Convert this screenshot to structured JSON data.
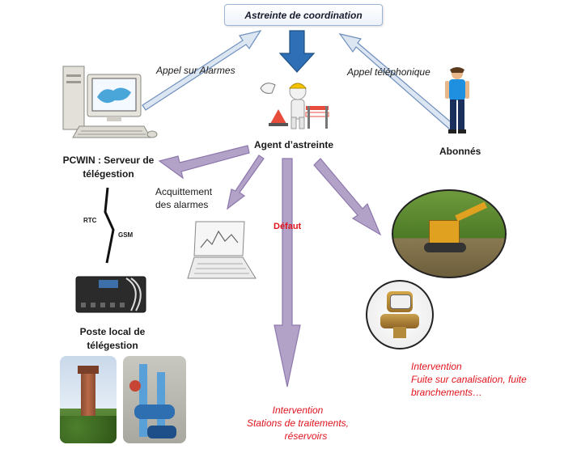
{
  "title": "Astreinte de coordination",
  "nodes": {
    "server": "PCWIN : Serveur de télégestion",
    "agent": "Agent d’astreinte",
    "subscribers": "Abonnés",
    "local_post": "Poste local de télégestion"
  },
  "edges": {
    "alarm_call": "Appel sur Alarmes",
    "phone_call": "Appel téléphonique",
    "ack_alarms": "Acquittement des alarmes",
    "fault": "Défaut",
    "rtc": "RTC",
    "gsm": "GSM"
  },
  "interventions": {
    "stations": {
      "line1": "Intervention",
      "line2": "Stations de traitements,",
      "line3": "réservoirs"
    },
    "leaks": {
      "line1": "Intervention",
      "line2": "Fuite sur canalisation,  fuite",
      "line3": "branchements…"
    }
  },
  "colors": {
    "light_arrow": "#dce6f2",
    "light_arrow_stroke": "#6f8fbd",
    "purple_arrow": "#b3a2c7",
    "purple_arrow_stroke": "#8d78ad",
    "blue_arrow": "#2e6fb5",
    "red_text": "#e0141e"
  },
  "icons": {
    "computer": "desktop-computer-icon",
    "laptop": "laptop-icon",
    "worker": "worker-icon",
    "person": "person-icon",
    "excavator": "excavator-photo",
    "meter": "water-meter-photo",
    "device": "telemetry-device-icon",
    "tower": "water-tower-photo",
    "pumps": "pump-station-photo"
  }
}
